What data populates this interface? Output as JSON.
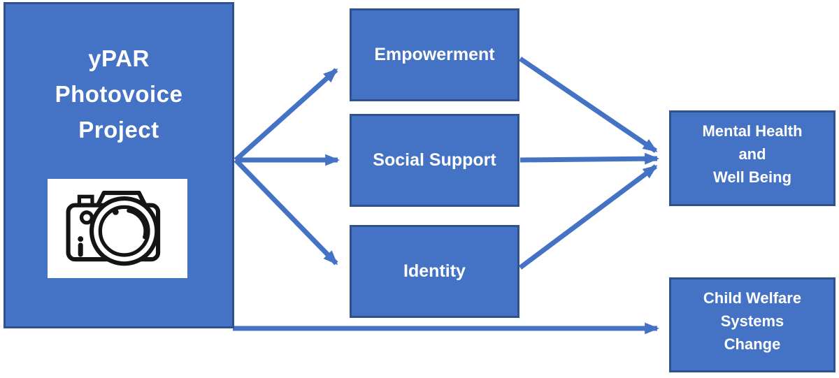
{
  "palette": {
    "background": "#FFFFFF",
    "node_fill": "#4472C4",
    "node_border": "#2F528F",
    "arrow": "#4472C4",
    "label_text": "#FFFFFF",
    "camera_panel": "#FFFFFF",
    "camera_ink": "#141414"
  },
  "icons": {
    "camera": "outline-camera"
  },
  "nodes": {
    "source": {
      "line1": "yPAR",
      "line2": "Photovoice",
      "line3": "Project"
    },
    "mediators": [
      {
        "label": "Empowerment"
      },
      {
        "label": "Social Support"
      },
      {
        "label": "Identity"
      }
    ],
    "outcomes": [
      {
        "line1": "Mental Health",
        "line2": "and",
        "line3": "Well Being"
      },
      {
        "line1": "Child Welfare",
        "line2": "Systems",
        "line3": "Change"
      }
    ]
  }
}
